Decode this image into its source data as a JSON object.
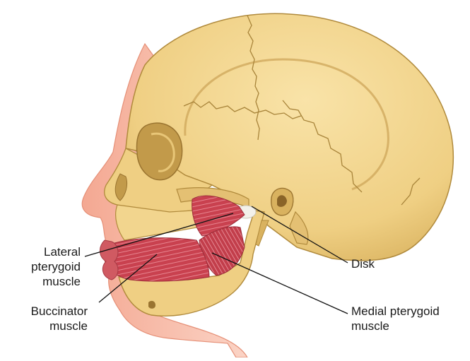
{
  "labels": {
    "lateral_pterygoid": [
      "Lateral",
      "pterygoid",
      "muscle"
    ],
    "buccinator": [
      "Buccinator",
      "muscle"
    ],
    "disk": "Disk",
    "medial_pterygoid": [
      "Medial pterygoid",
      "muscle"
    ]
  },
  "colors": {
    "bone": "#f2d58e",
    "bone_shade": "#d9b25f",
    "bone_outline": "#b08a3c",
    "suture": "#a8843a",
    "skin": "#f6b9a4",
    "skin_outline": "#e58f76",
    "muscle": "#c9414f",
    "muscle_fiber": "#e78590",
    "leader": "#111111"
  }
}
